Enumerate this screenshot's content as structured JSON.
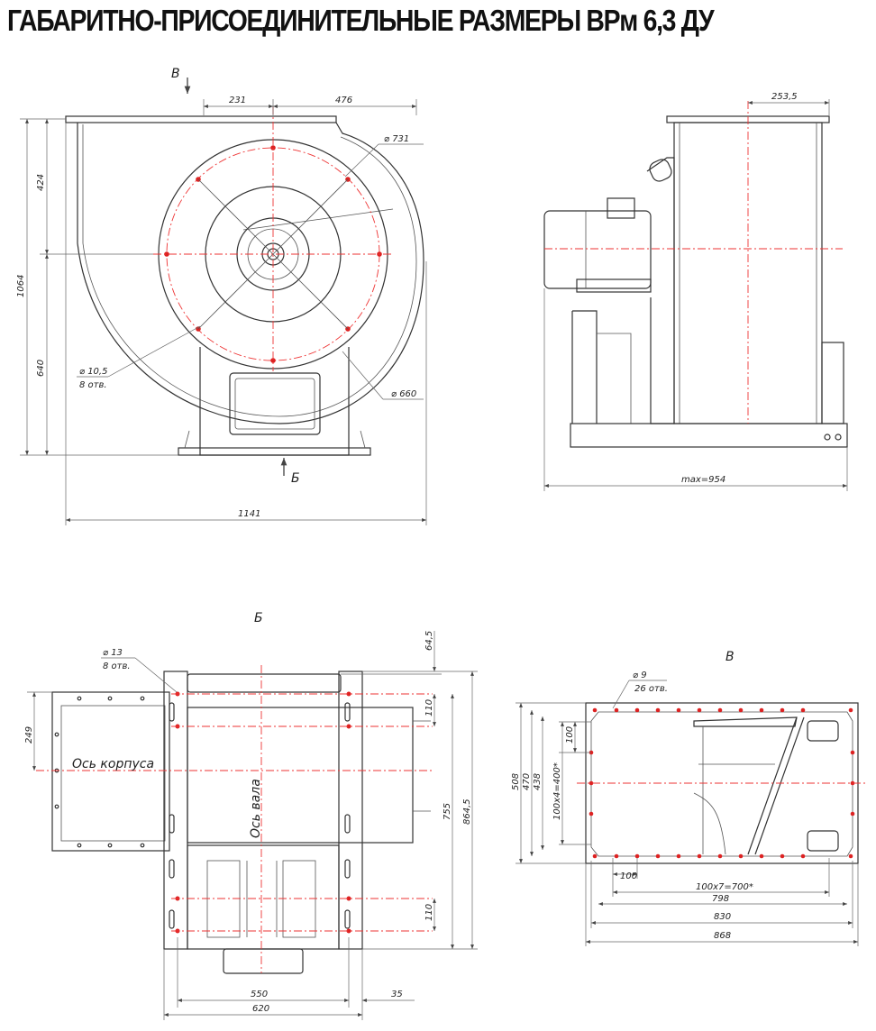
{
  "title": "ГАБАРИТНО-ПРИСОЕДИНИТЕЛЬНЫЕ РАЗМЕРЫ ВРм 6,3 ДУ",
  "views": {
    "front": {
      "arrow_v": "В",
      "arrow_b": "Б",
      "dim_231": "231",
      "dim_476": "476",
      "dim_424": "424",
      "dim_1064": "1064",
      "dim_640": "640",
      "dim_1141": "1141",
      "diam_731": "⌀ 731",
      "diam_660": "⌀ 660",
      "hole_diam": "⌀ 10,5",
      "hole_count": "8 отв."
    },
    "side": {
      "dim_253": "253,5",
      "dim_max": "max=954"
    },
    "view_b": {
      "label": "Б",
      "hole_diam": "⌀ 13",
      "hole_count": "8 отв.",
      "dim_64": "64,5",
      "dim_110a": "110",
      "dim_249": "249",
      "axis_body": "Ось корпуса",
      "axis_shaft": "Ось вала",
      "dim_755": "755",
      "dim_864": "864,5",
      "dim_110b": "110",
      "dim_550": "550",
      "dim_35": "35",
      "dim_620": "620"
    },
    "view_v": {
      "label": "В",
      "hole_diam": "⌀ 9",
      "hole_count": "26 отв.",
      "dim_100v": "100",
      "dim_508": "508",
      "dim_470": "470",
      "dim_438": "438",
      "dim_100x4": "100x4=400*",
      "dim_100h": "100",
      "dim_100x7": "100x7=700*",
      "dim_798": "798",
      "dim_830": "830",
      "dim_868": "868"
    }
  }
}
